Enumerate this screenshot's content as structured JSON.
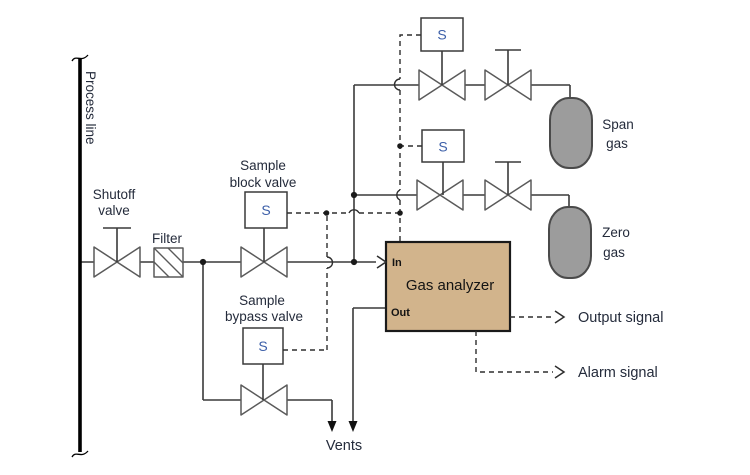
{
  "diagram": {
    "process_line": {
      "label": "Process line"
    },
    "shutoff_valve": {
      "label_line1": "Shutoff",
      "label_line2": "valve"
    },
    "filter": {
      "label": "Filter"
    },
    "sample_block_valve": {
      "label_line1": "Sample",
      "label_line2": "block valve",
      "solenoid_letter": "S"
    },
    "sample_bypass_valve": {
      "label_line1": "Sample",
      "label_line2": "bypass valve",
      "solenoid_letter": "S"
    },
    "span_gas_solenoid": {
      "solenoid_letter": "S"
    },
    "zero_gas_solenoid": {
      "solenoid_letter": "S"
    },
    "span_gas_bottle": {
      "label_line1": "Span",
      "label_line2": "gas"
    },
    "zero_gas_bottle": {
      "label_line1": "Zero",
      "label_line2": "gas"
    },
    "analyzer": {
      "title": "Gas analyzer",
      "port_in": "In",
      "port_out": "Out"
    },
    "vents": {
      "label": "Vents"
    },
    "output_signal": {
      "label": "Output signal"
    },
    "alarm_signal": {
      "label": "Alarm signal"
    },
    "colors": {
      "analyzer_fill": "#d2b48c",
      "analyzer_border": "#1a1a1a",
      "cylinder_fill": "#9c9c9c",
      "cylinder_border": "#4a4a4a",
      "solenoid_letter": "#3c5fa8",
      "pipe_line": "#3a3a3a",
      "process_line": "#000000",
      "label_text": "#242b3b"
    }
  }
}
